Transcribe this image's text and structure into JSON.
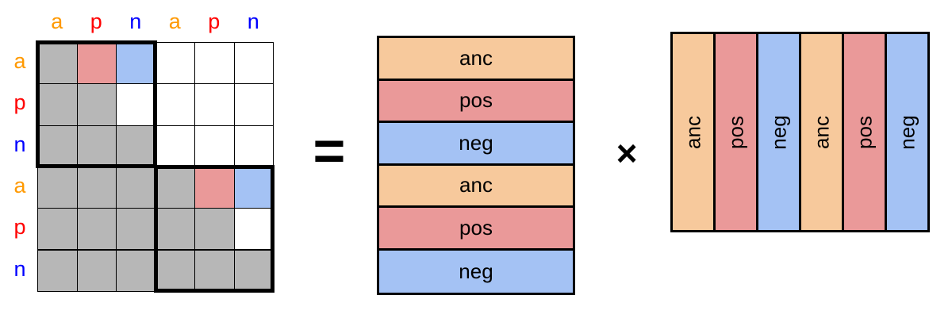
{
  "colors": {
    "anc": "#f7c99c",
    "pos": "#ea9999",
    "neg": "#a4c2f4",
    "gray": "#b7b7b7",
    "white": "#ffffff",
    "label_a": "#ff9900",
    "label_p": "#ff0000",
    "label_n": "#0000ff"
  },
  "matrix": {
    "col_labels": [
      {
        "text": "a",
        "kind": "a"
      },
      {
        "text": "p",
        "kind": "p"
      },
      {
        "text": "n",
        "kind": "n"
      },
      {
        "text": "a",
        "kind": "a"
      },
      {
        "text": "p",
        "kind": "p"
      },
      {
        "text": "n",
        "kind": "n"
      }
    ],
    "row_labels": [
      {
        "text": "a",
        "kind": "a"
      },
      {
        "text": "p",
        "kind": "p"
      },
      {
        "text": "n",
        "kind": "n"
      },
      {
        "text": "a",
        "kind": "a"
      },
      {
        "text": "p",
        "kind": "p"
      },
      {
        "text": "n",
        "kind": "n"
      }
    ],
    "cells": [
      [
        "gray",
        "pos",
        "neg",
        "white",
        "white",
        "white"
      ],
      [
        "gray",
        "gray",
        "white",
        "white",
        "white",
        "white"
      ],
      [
        "gray",
        "gray",
        "gray",
        "white",
        "white",
        "white"
      ],
      [
        "gray",
        "gray",
        "gray",
        "gray",
        "pos",
        "neg"
      ],
      [
        "gray",
        "gray",
        "gray",
        "gray",
        "gray",
        "white"
      ],
      [
        "gray",
        "gray",
        "gray",
        "gray",
        "gray",
        "gray"
      ]
    ]
  },
  "equals_symbol": "=",
  "times_symbol": "×",
  "stack": [
    {
      "label": "anc",
      "kind": "anc"
    },
    {
      "label": "pos",
      "kind": "pos"
    },
    {
      "label": "neg",
      "kind": "neg"
    },
    {
      "label": "anc",
      "kind": "anc"
    },
    {
      "label": "pos",
      "kind": "pos"
    },
    {
      "label": "neg",
      "kind": "neg"
    }
  ],
  "columns": [
    {
      "label": "anc",
      "kind": "anc"
    },
    {
      "label": "pos",
      "kind": "pos"
    },
    {
      "label": "neg",
      "kind": "neg"
    },
    {
      "label": "anc",
      "kind": "anc"
    },
    {
      "label": "pos",
      "kind": "pos"
    },
    {
      "label": "neg",
      "kind": "neg"
    }
  ]
}
